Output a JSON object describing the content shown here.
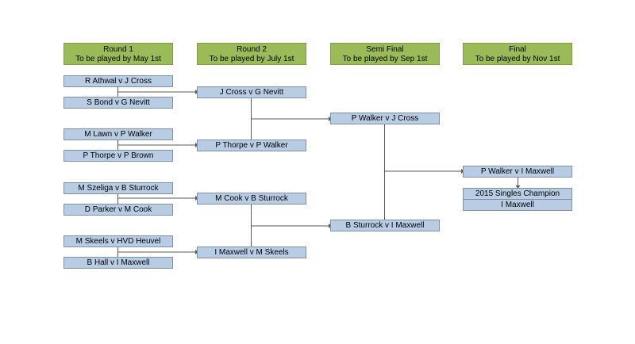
{
  "rounds": [
    {
      "title": "Round 1",
      "subtitle": "To be played by May 1st"
    },
    {
      "title": "Round 2",
      "subtitle": "To be played by July 1st"
    },
    {
      "title": "Semi Final",
      "subtitle": "To be played by Sep 1st"
    },
    {
      "title": "Final",
      "subtitle": "To be played by Nov 1st"
    }
  ],
  "round1": [
    "R Athwal v J Cross",
    "S Bond v G Nevitt",
    "M Lawn v P Walker",
    "P Thorpe v P Brown",
    "M Szeliga v B Sturrock",
    "D Parker v M Cook",
    "M Skeels v HVD Heuvel",
    "B Hall v I Maxwell"
  ],
  "round2": [
    "J Cross v G Nevitt",
    "P Thorpe v P Walker",
    "M Cook v B Sturrock",
    "I Maxwell v M Skeels"
  ],
  "semi": [
    "P Walker v J Cross",
    "B Sturrock v I Maxwell"
  ],
  "final": {
    "match": "P Walker v I Maxwell",
    "champion_label": "2015 Singles Champion",
    "champion_name": "I Maxwell"
  },
  "colors": {
    "header_fill": "#9bbb59",
    "match_fill": "#b8cce4",
    "connector": "#595959"
  }
}
